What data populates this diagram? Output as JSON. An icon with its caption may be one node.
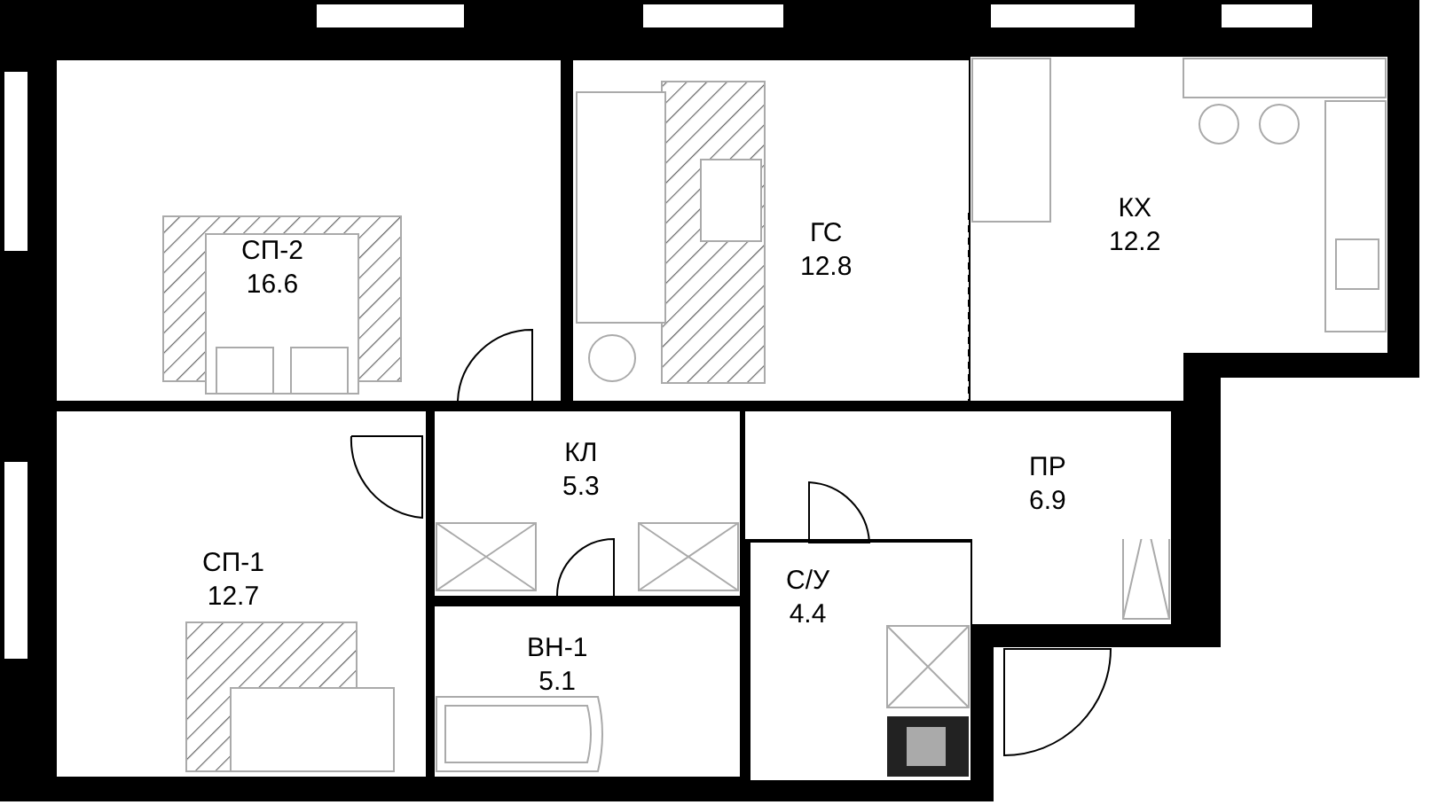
{
  "diagram": {
    "nodes": [
      {
        "text": [
          "СП-2",
          "16.6"
        ]
      },
      {
        "text": [
          "ГС",
          "12.8"
        ]
      },
      {
        "text": [
          "КХ",
          "12.2"
        ]
      },
      {
        "text": [
          "СП-1",
          "12.7"
        ]
      },
      {
        "text": [
          "КЛ",
          "5.3"
        ]
      },
      {
        "text": [
          "ПР",
          "6.9"
        ]
      },
      {
        "text": [
          "С/У",
          "4.4"
        ]
      },
      {
        "text": [
          "ВН-1",
          "5.1"
        ]
      }
    ]
  }
}
